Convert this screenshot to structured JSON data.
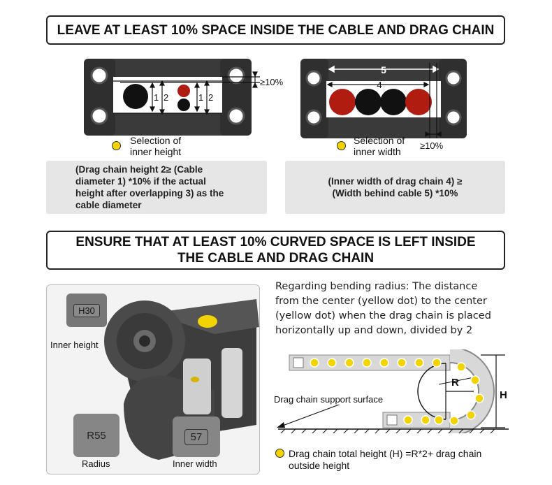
{
  "section1": {
    "title": "LEAVE AT LEAST 10% SPACE INSIDE THE CABLE AND DRAG CHAIN",
    "left": {
      "pct": "≥10%",
      "dim1": "1",
      "dim2": "2",
      "dim1b": "1",
      "dim2b": "2",
      "caption_line1": "Selection of",
      "caption_line2": "inner height",
      "note_line1": "(Drag chain height 2≥ (Cable",
      "note_line2": "diameter 1) *10% if the actual",
      "note_line3": "height after overlapping 3) as the",
      "note_line4": "cable diameter"
    },
    "right": {
      "dim5": "5",
      "dim4": "4",
      "pct": "≥10%",
      "caption_line1": "Selection of",
      "caption_line2": "inner width",
      "note_line1": "(Inner width of drag chain 4) ≥",
      "note_line2": "(Width behind cable 5) *10%"
    }
  },
  "section2": {
    "title_line1": "ENSURE THAT AT LEAST 10% CURVED SPACE IS LEFT INSIDE",
    "title_line2": "THE CABLE AND DRAG CHAIN",
    "photo": {
      "tag_h": "H30",
      "tag_r": "R55",
      "tag_w": "57",
      "label_inner_height": "Inner height",
      "label_radius": "Radius",
      "label_inner_width": "Inner width"
    },
    "para_line1": "Regarding bending radius: The distance",
    "para_line2": "from the center (yellow dot) to the center",
    "para_line3": "(yellow dot) when the drag chain is placed",
    "para_line4": "horizontally up and down, divided by 2",
    "bend": {
      "r": "R",
      "h": "H",
      "support": "Drag chain support surface"
    },
    "formula_line1": "Drag chain total height (H) =R*2+ drag chain",
    "formula_line2": "outside height"
  },
  "colors": {
    "yellow": "#f2d400",
    "red": "#b01c10",
    "chain": "#3a3a3a",
    "gray_box": "#e6e6e6"
  }
}
